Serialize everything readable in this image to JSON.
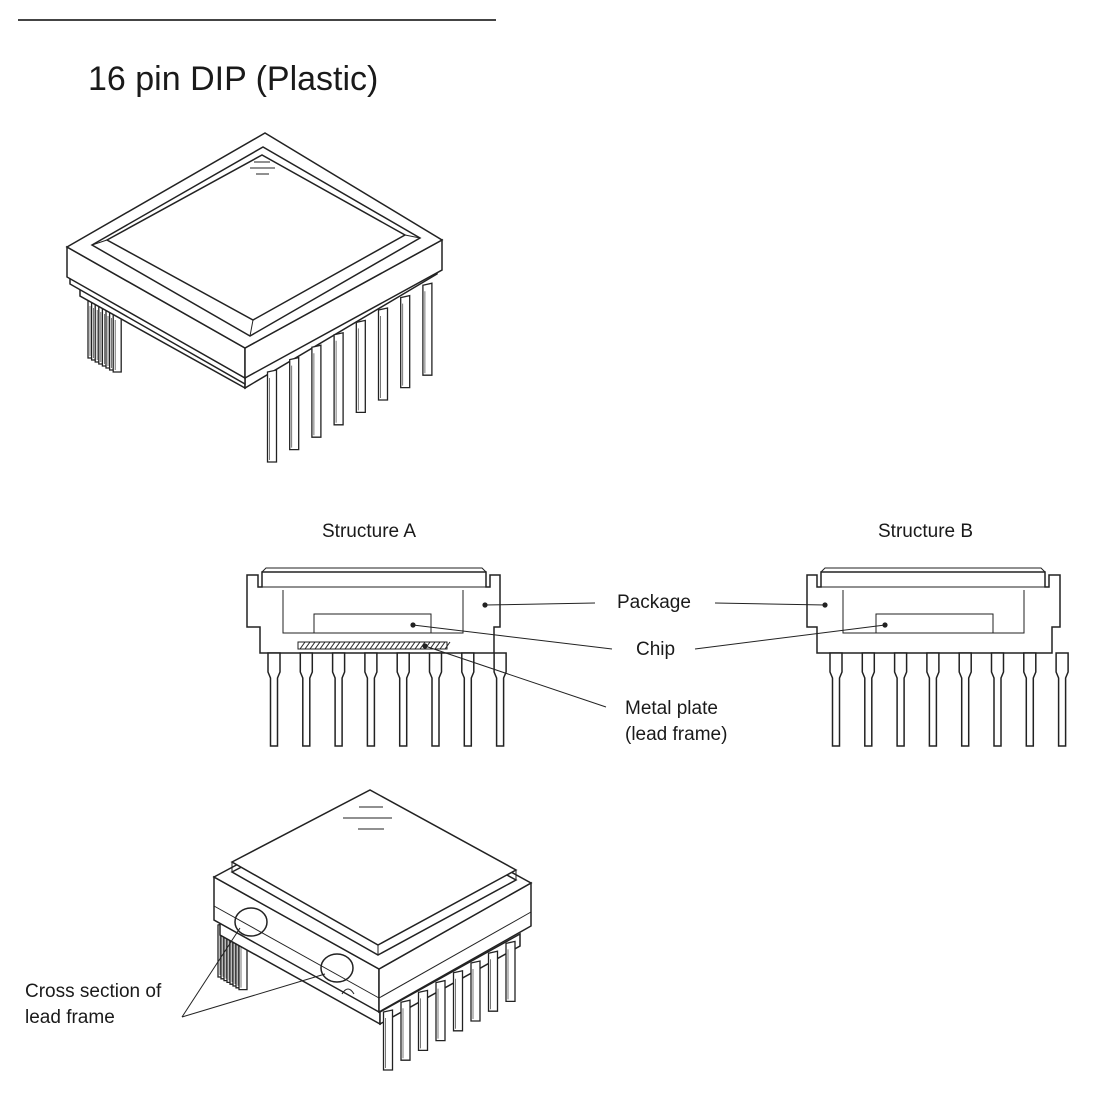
{
  "title": "16 pin DIP (Plastic)",
  "labels": {
    "structure_a": "Structure A",
    "structure_b": "Structure B",
    "package": "Package",
    "chip": "Chip",
    "metal_plate_line1": "Metal plate",
    "metal_plate_line2": "(lead frame)",
    "cross_section_line1": "Cross section of",
    "cross_section_line2": "lead frame"
  },
  "colors": {
    "line": "#222222",
    "background": "#ffffff"
  },
  "pins": {
    "per_side": 8
  }
}
